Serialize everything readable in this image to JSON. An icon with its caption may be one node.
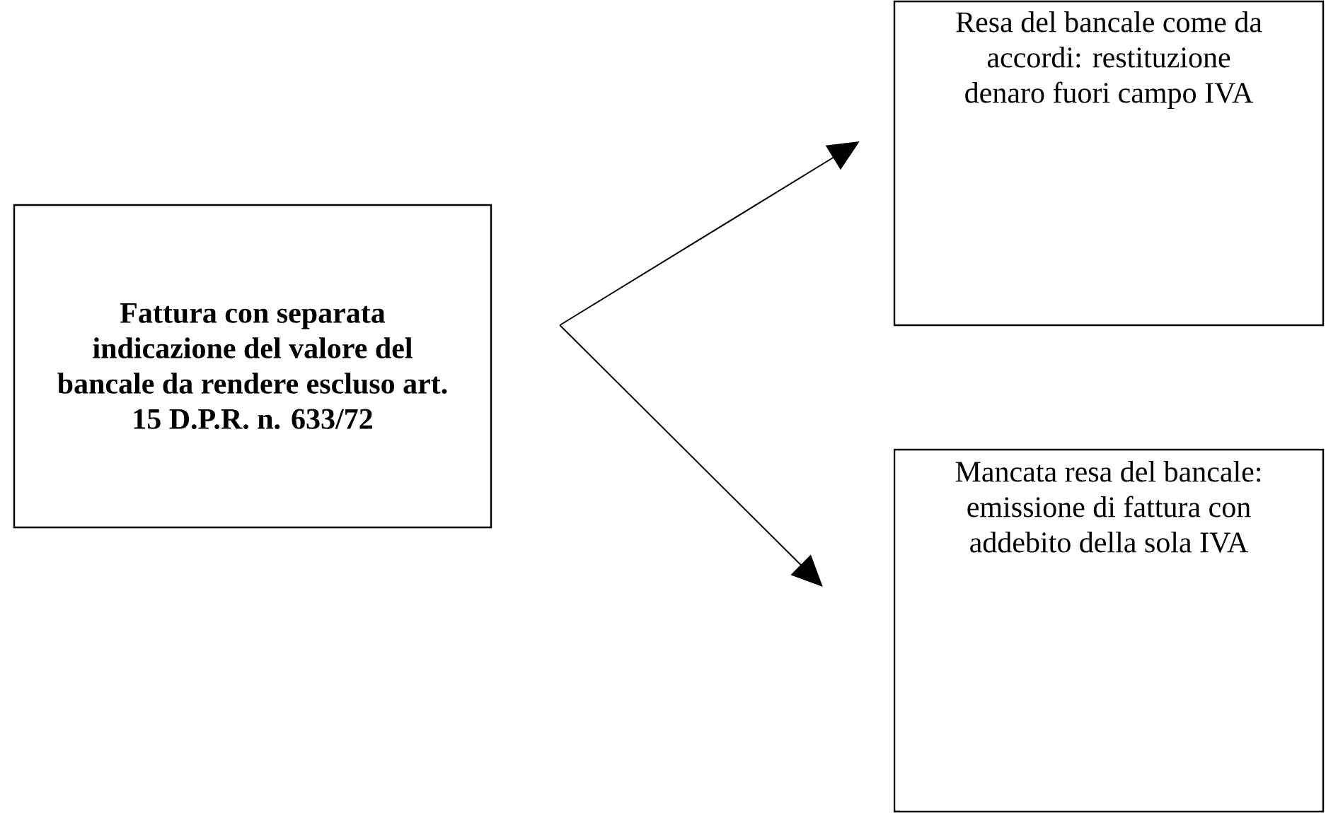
{
  "diagram": {
    "nodes": [
      {
        "text": [
          "Fattura con separata indicazione del valore del bancale da rendere escluso art. 15 D.P.R. n. 633/72"
        ]
      },
      {
        "text": [
          "Resa del bancale come da accordi: restituzione denaro fuori campo IVA"
        ]
      },
      {
        "text": [
          "Mancata resa del bancale: emissione di fattura con addebito della sola IVA"
        ]
      }
    ],
    "edges": [
      {
        "from": 0,
        "to": 1,
        "arrow": "to"
      },
      {
        "from": 0,
        "to": 2,
        "arrow": "to"
      }
    ]
  }
}
